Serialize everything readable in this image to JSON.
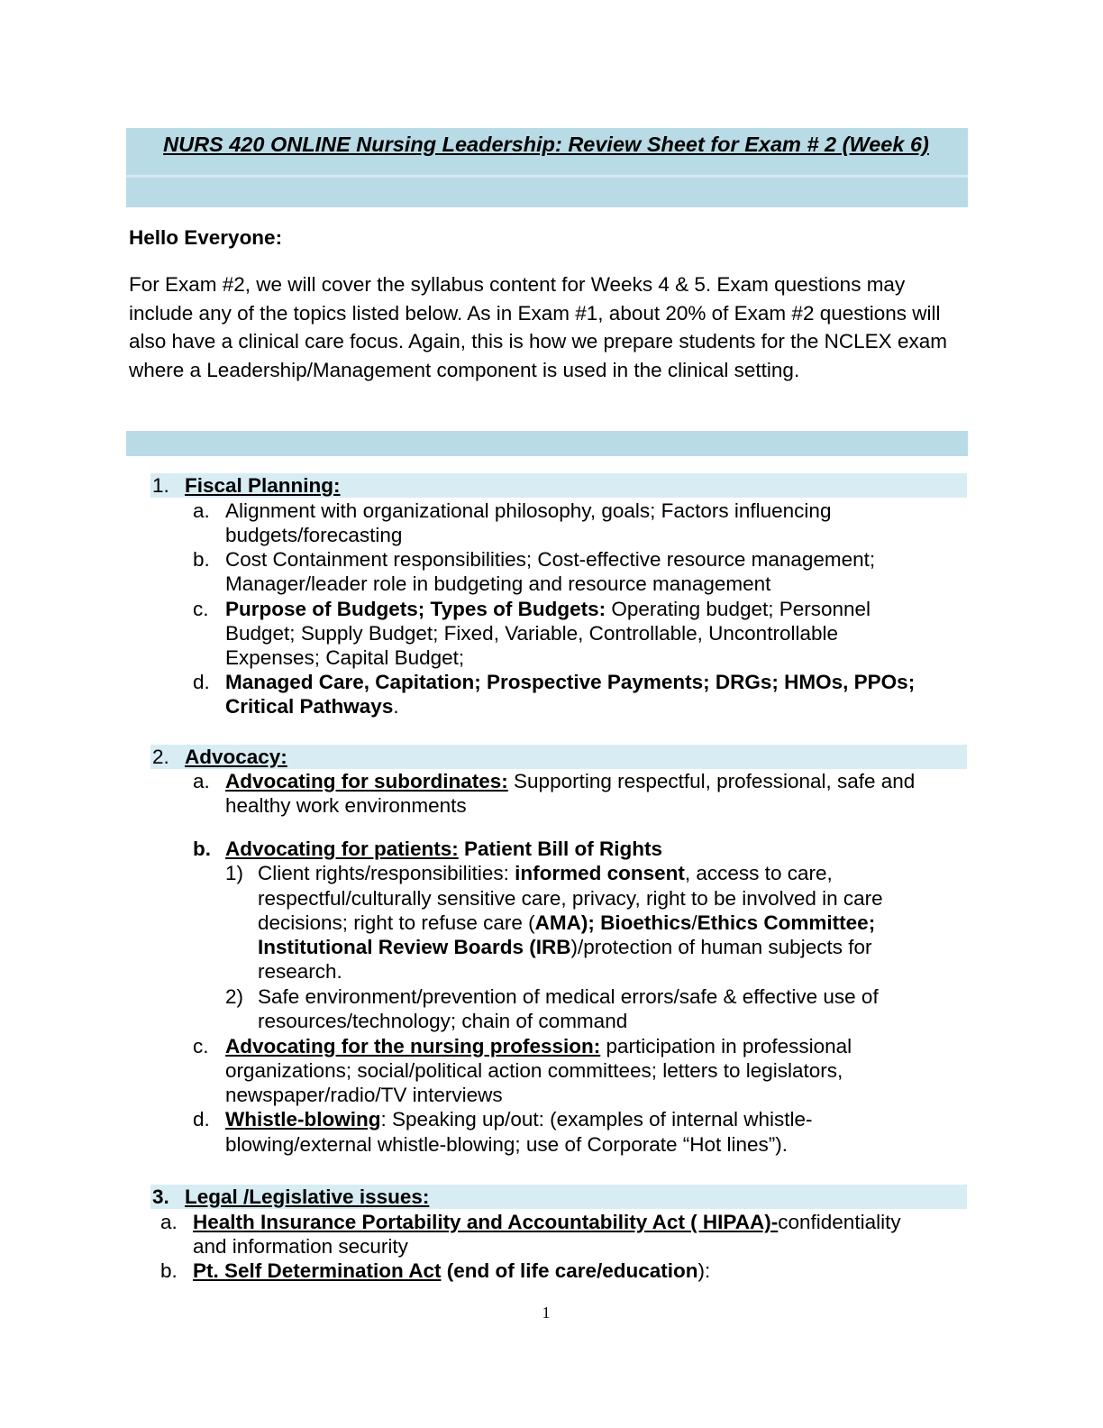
{
  "title": "NURS 420 ONLINE Nursing Leadership:  Review Sheet for Exam # 2 (Week 6)",
  "greeting": "Hello Everyone:",
  "intro": "For Exam #2, we will cover the syllabus content for Weeks 4 & 5.  Exam questions may include any of the topics listed below.  As in Exam #1, about 20% of Exam #2 questions will also have a clinical care focus.  Again, this is how we prepare students for the NCLEX exam where a Leadership/Management component is used in the clinical setting.",
  "sections": [
    {
      "num": "1.",
      "heading": "Fiscal Planning:",
      "items": [
        {
          "marker": "a.",
          "lines": [
            "Alignment with organizational philosophy, goals;  Factors influencing",
            "budgets/forecasting"
          ]
        },
        {
          "marker": "b.",
          "lines": [
            "Cost Containment responsibilities;  Cost-effective resource management;",
            "Manager/leader role in budgeting and resource management"
          ]
        },
        {
          "marker": "c.",
          "bold": "Purpose of Budgets; Types of Budgets:",
          "rest": " Operating budget; Personnel",
          "lines": [
            "Budget; Supply Budget; Fixed, Variable, Controllable, Uncontrollable",
            "Expenses; Capital Budget;"
          ]
        },
        {
          "marker": "d.",
          "lines_bold": [
            "Managed Care, Capitation; Prospective Payments; DRGs; HMOs, PPOs;",
            "Critical Pathways"
          ],
          "tail": "."
        }
      ]
    },
    {
      "num": "2.",
      "heading": "Advocacy:",
      "a": {
        "marker": "a.",
        "label": "Advocating for subordinates:",
        "rest": " Supporting respectful, professional, safe and",
        "line2": "healthy work environments"
      },
      "b": {
        "marker": "b.",
        "label": "Advocating for patients:",
        "rest": "   Patient Bill of Rights",
        "sub1": {
          "marker": "1)",
          "pre": "Client rights/responsibilities: ",
          "bold": "informed consent",
          "post": ", access to care,",
          "line2": "respectful/culturally sensitive care, privacy, right to be involved in care",
          "line3_pre": "decisions; right to refuse care (",
          "line3_bold1": "AMA); Bioethics",
          "line3_mid": "/",
          "line3_bold2": "Ethics Committee;",
          "line4_bold": "Institutional Review Boards (IRB",
          "line4_post": ")/protection of human subjects for",
          "line5": "research."
        },
        "sub2": {
          "marker": "2)",
          "line1": "Safe environment/prevention of medical errors/safe & effective use of",
          "line2": "resources/technology; chain of command"
        }
      },
      "c": {
        "marker": "c.",
        "label": "Advocating for the nursing profession:",
        "rest": " participation in professional",
        "line2": "organizations; social/political action committees; letters to legislators,",
        "line3": "newspaper/radio/TV interviews"
      },
      "d": {
        "marker": "d.",
        "label": "Whistle-blowing",
        "rest": ": Speaking up/out:  (examples of internal whistle-",
        "line2": "blowing/external whistle-blowing; use of Corporate “Hot lines”)."
      }
    },
    {
      "num": "3.",
      "heading": "Legal /Legislative issues:",
      "a": {
        "marker": "a.",
        "label": "Health Insurance Portability and Accountability Act ( HIPAA)-",
        "rest": "confidentiality",
        "line2": "and information security"
      },
      "b": {
        "marker": "b.",
        "label": "Pt. Self Determination Act",
        "bold_rest": " (end of life care/education",
        "tail": "):"
      }
    }
  ],
  "page_number": "1"
}
